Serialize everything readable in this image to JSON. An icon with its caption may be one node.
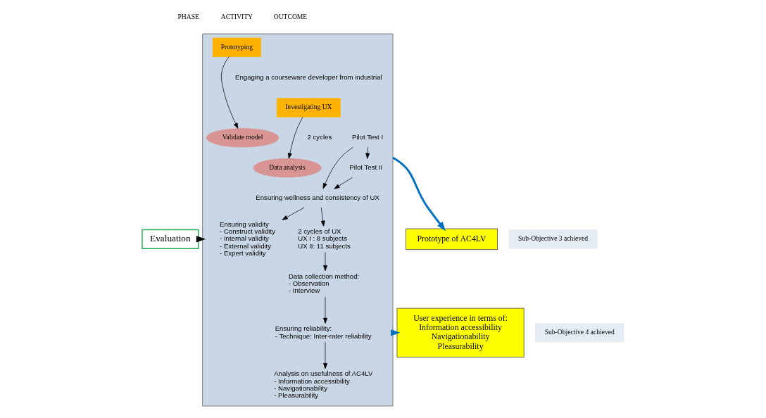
{
  "diagram": {
    "nodes": [
      {
        "text": [
          "Evaluation"
        ]
      },
      {
        "text": [],
        "shape": "box"
      },
      {
        "text": [
          "Prototyping"
        ],
        "in": 1
      },
      {
        "text": [
          "Validate model"
        ],
        "in": 1
      },
      {
        "text": [
          "Investigating UX"
        ],
        "in": 1
      },
      {
        "text": [
          "Data analysis"
        ],
        "in": 1
      },
      {
        "text": [
          "Pilot Test I"
        ],
        "in": 1
      },
      {
        "text": [
          "Pilot Test II"
        ],
        "in": 1
      },
      {
        "text": [
          "Ensuring wellness and consistency of UX"
        ],
        "in": 1
      },
      {
        "text": [
          "Ensuring validity",
          "- Construct validity",
          "- Internal validity",
          "- External validity",
          "- Expert validity"
        ],
        "in": 1
      },
      {
        "text": [
          "2 cycles of UX",
          "UX I : 8 subjects",
          "UX II: 11 subjects"
        ],
        "in": 1
      },
      {
        "text": [
          "Data collection method:",
          "- Observation",
          "- Interview"
        ],
        "in": 1
      },
      {
        "text": [
          "Ensuring reliability:",
          "- Technique: Inter-rater reliability"
        ],
        "in": 1
      },
      {
        "text": [
          "Analysis on usefulness of AC4LV",
          "- Information accessibility",
          "- Navigationability",
          "- Pleasurability"
        ],
        "in": 1
      },
      {
        "text": [
          "Prototype of AC4LV"
        ],
        "beside": [
          "Sub-Objective 3 achieved"
        ]
      },
      {
        "text": [
          "User experience in terms of:",
          "Information accessibility",
          "Navigationability",
          "Pleasurability"
        ],
        "beside": [
          "Sub-Objective 4 achieved"
        ]
      }
    ],
    "edges": [
      {
        "from": 0,
        "to": 1,
        "arrow": "to",
        "style": "thick"
      },
      {
        "from": 2,
        "to": 3,
        "arrow": "to"
      },
      {
        "from": 4,
        "to": 5,
        "arrow": "to"
      },
      {
        "from": 6,
        "to": 7,
        "arrow": "to"
      },
      {
        "from": 6,
        "to": 8,
        "arrow": "to"
      },
      {
        "from": 7,
        "to": 8,
        "arrow": "to"
      },
      {
        "from": 8,
        "to": 9,
        "arrow": "to"
      },
      {
        "from": 8,
        "to": 10,
        "arrow": "to"
      },
      {
        "from": 10,
        "to": 11,
        "arrow": "to"
      },
      {
        "from": 11,
        "to": 12,
        "arrow": "to"
      },
      {
        "from": 12,
        "to": 13,
        "arrow": "to"
      },
      {
        "from": 1,
        "to": 14,
        "arrow": "to",
        "style": "thick",
        "color": "#0070c0"
      },
      {
        "from": 1,
        "to": 15,
        "arrow": "to",
        "style": "thick",
        "color": "#0070c0"
      }
    ],
    "labels": [
      "PHASE",
      "ACTIVITY",
      "OUTCOME",
      "Engaging a courseware developer from industrial",
      "2 cycles"
    ]
  }
}
